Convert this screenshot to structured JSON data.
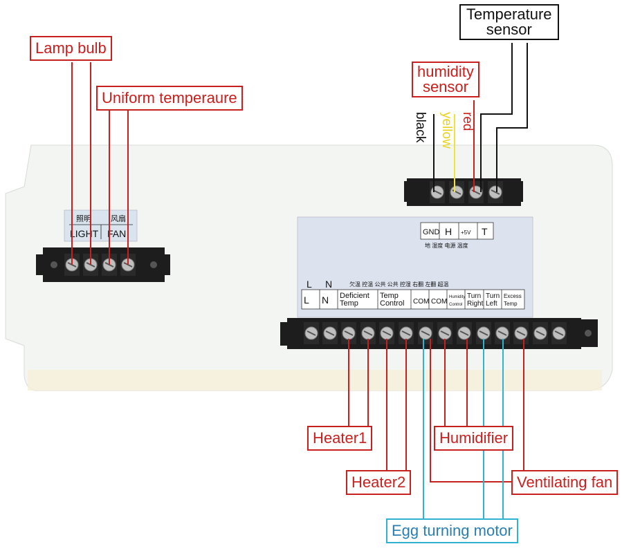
{
  "left_label_plate": {
    "cn_light": "照明",
    "cn_fan": "风扇",
    "light": "LIGHT",
    "fan": "FAN"
  },
  "sensor_plate": {
    "gnd": "GND",
    "h": "H",
    "v5": "+5V",
    "t": "T",
    "cn_row": "地  湿度 电源 温度"
  },
  "main_plate": {
    "cn_row": "欠温    控温   公共 公共 控湿 右翻 左翻 超温",
    "l_top": "L",
    "n_top": "N",
    "l": "L",
    "n": "N",
    "deficient_temp": [
      "Deficient",
      "Temp"
    ],
    "temp_control": [
      "Temp",
      "Control"
    ],
    "com1": "COM",
    "com2": "COM",
    "humidity_control": [
      "Humidity",
      "Control"
    ],
    "turn_right": [
      "Turn",
      "Right"
    ],
    "turn_left": [
      "Turn",
      "Left"
    ],
    "excess_temp": [
      "Excess",
      "Temp"
    ]
  },
  "wire_colors": {
    "black": "black",
    "yellow": "yellow",
    "red": "red"
  },
  "callouts": {
    "lamp_bulb": "Lamp bulb",
    "uniform_temperature": "Uniform temperaure",
    "humidity_sensor": [
      "humidity",
      "sensor"
    ],
    "temperature_sensor": [
      "Temperature",
      "sensor"
    ],
    "heater1": "Heater1",
    "heater2": "Heater2",
    "humidifier": "Humidifier",
    "ventilating_fan": "Ventilating fan",
    "egg_turning_motor": "Egg turning motor"
  },
  "colors": {
    "red_wire": "#c8201e",
    "blue_wire": "#2fb3d0",
    "yellow_wire": "#f2e23a",
    "black_wire": "#111111",
    "board": "#f4f6f3"
  }
}
